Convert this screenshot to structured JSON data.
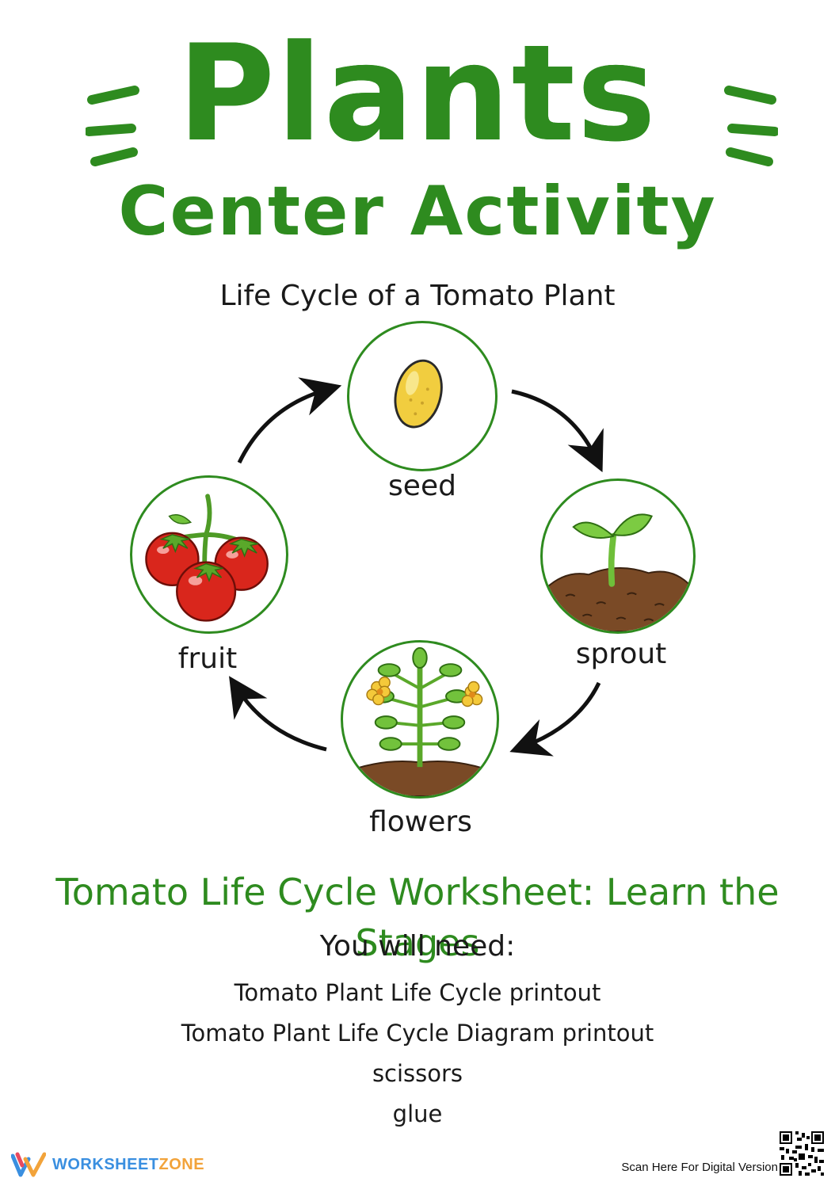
{
  "header": {
    "title": "Plants",
    "subtitle": "Center Activity"
  },
  "cycle": {
    "heading": "Life Cycle of a Tomato Plant",
    "stages": [
      {
        "label": "seed",
        "icon": "seed-icon"
      },
      {
        "label": "sprout",
        "icon": "sprout-icon"
      },
      {
        "label": "flowers",
        "icon": "flowering-plant-icon"
      },
      {
        "label": "fruit",
        "icon": "tomato-fruit-icon"
      }
    ],
    "arrows": "clockwise-arrow-icon"
  },
  "worksheet": {
    "title": "Tomato Life Cycle Worksheet: Learn the Stages",
    "need_heading": "You will need:",
    "materials": [
      "Tomato Plant Life Cycle printout",
      "Tomato Plant Life Cycle Diagram printout",
      "scissors",
      "glue"
    ]
  },
  "footer": {
    "brand_part1": "WORKSHEET",
    "brand_part2": "ZONE",
    "scan_text": "Scan Here For Digital Version"
  },
  "colors": {
    "title_green": "#2e8b1f",
    "text_dark": "#1a1a1a",
    "tomato_red": "#d9261c",
    "soil_brown": "#7a4a26",
    "seed_yellow": "#f1cd3f",
    "brand_blue": "#3a8fe0",
    "brand_orange": "#f2a33a"
  }
}
